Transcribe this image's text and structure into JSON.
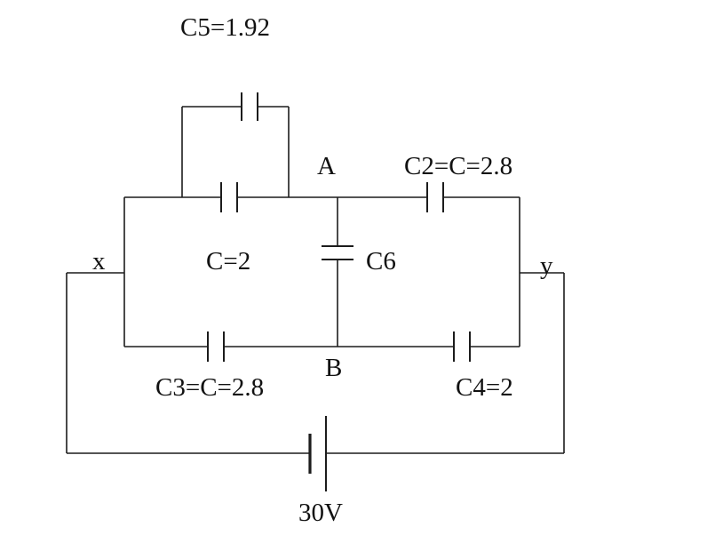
{
  "diagram": {
    "type": "capacitor-circuit",
    "labels": {
      "c5": "C5=1.92",
      "node_a": "A",
      "c2": "C2=C=2.8",
      "terminal_x": "x",
      "c": "C=2",
      "c6": "C6",
      "terminal_y": "y",
      "node_b": "B",
      "c3": "C3=C=2.8",
      "c4": "C4=2",
      "battery_voltage": "30V"
    },
    "colors": {
      "line": "#1c1c1c",
      "background": "#ffffff"
    }
  }
}
